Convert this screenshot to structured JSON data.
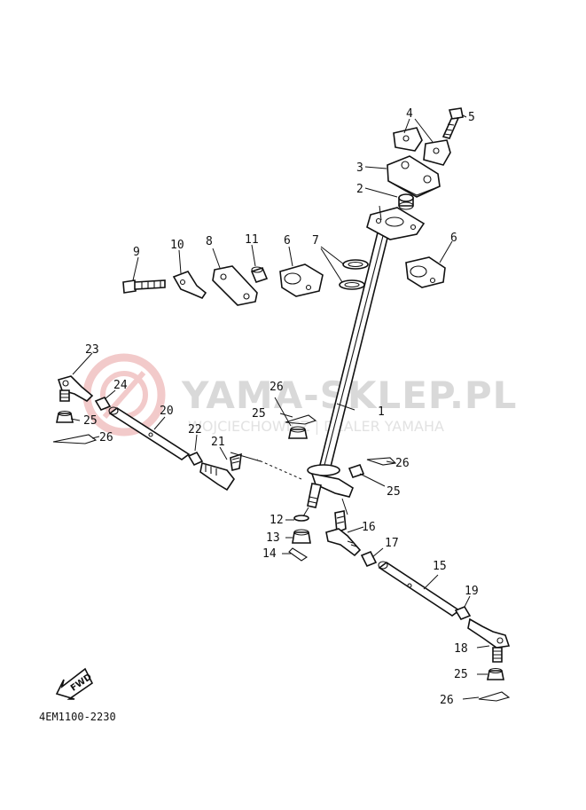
{
  "watermark": {
    "title": "YAMA-SKLEP.PL",
    "subtitle": "WOJCIECHOWICZ | DEALER YAMAHA",
    "logo_color": "#e8a0a0"
  },
  "diagram_code": "4EM1100-2230",
  "fwd_label": "FWD",
  "callouts": {
    "c1": "1",
    "c2": "2",
    "c3": "3",
    "c4": "4",
    "c5": "5",
    "c6a": "6",
    "c6b": "6",
    "c7": "7",
    "c8": "8",
    "c9": "9",
    "c10": "10",
    "c11": "11",
    "c12": "12",
    "c13": "13",
    "c14": "14",
    "c15": "15",
    "c16": "16",
    "c17": "17",
    "c18": "18",
    "c19": "19",
    "c20": "20",
    "c21": "21",
    "c22": "22",
    "c23": "23",
    "c24": "24",
    "c25a": "25",
    "c25b": "25",
    "c25c": "25",
    "c25d": "25",
    "c26a": "26",
    "c26b": "26",
    "c26c": "26",
    "c26d": "26"
  }
}
